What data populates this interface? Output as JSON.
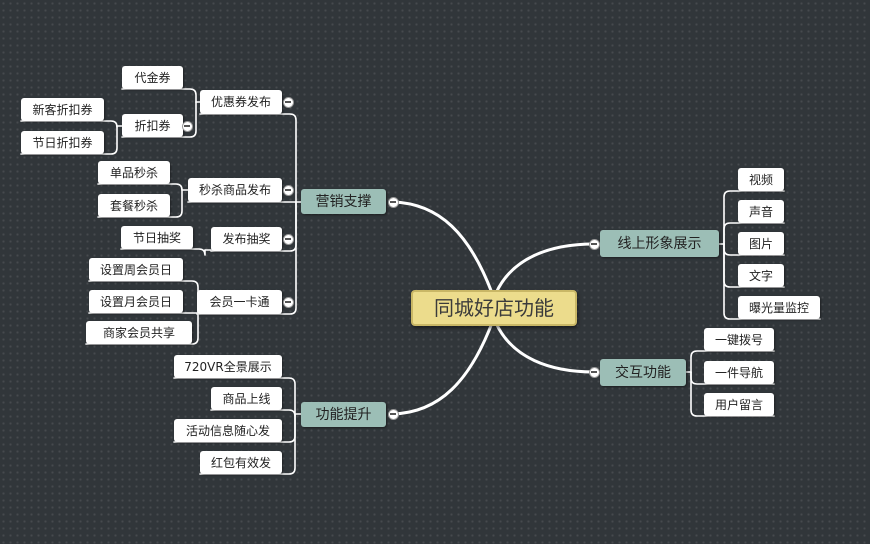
{
  "root": {
    "label": "同城好店功能"
  },
  "branches": [
    {
      "label": "营销支撑",
      "children": [
        {
          "label": "优惠券发布",
          "children": [
            {
              "label": "代金券"
            },
            {
              "label": "折扣券",
              "children": [
                {
                  "label": "新客折扣券"
                },
                {
                  "label": "节日折扣券"
                }
              ]
            }
          ]
        },
        {
          "label": "秒杀商品发布",
          "children": [
            {
              "label": "单品秒杀"
            },
            {
              "label": "套餐秒杀"
            }
          ]
        },
        {
          "label": "发布抽奖",
          "children": [
            {
              "label": "节日抽奖"
            }
          ]
        },
        {
          "label": "会员一卡通",
          "children": [
            {
              "label": "设置周会员日"
            },
            {
              "label": "设置月会员日"
            },
            {
              "label": "商家会员共享"
            }
          ]
        }
      ]
    },
    {
      "label": "功能提升",
      "children": [
        {
          "label": "720VR全景展示"
        },
        {
          "label": "商品上线"
        },
        {
          "label": "活动信息随心发"
        },
        {
          "label": "红包有效发"
        }
      ]
    },
    {
      "label": "线上形象展示",
      "children": [
        {
          "label": "视频"
        },
        {
          "label": "声音"
        },
        {
          "label": "图片"
        },
        {
          "label": "文字"
        },
        {
          "label": "曝光量监控"
        }
      ]
    },
    {
      "label": "交互功能",
      "children": [
        {
          "label": "一键拨号"
        },
        {
          "label": "一件导航"
        },
        {
          "label": "用户留言"
        }
      ]
    }
  ]
}
